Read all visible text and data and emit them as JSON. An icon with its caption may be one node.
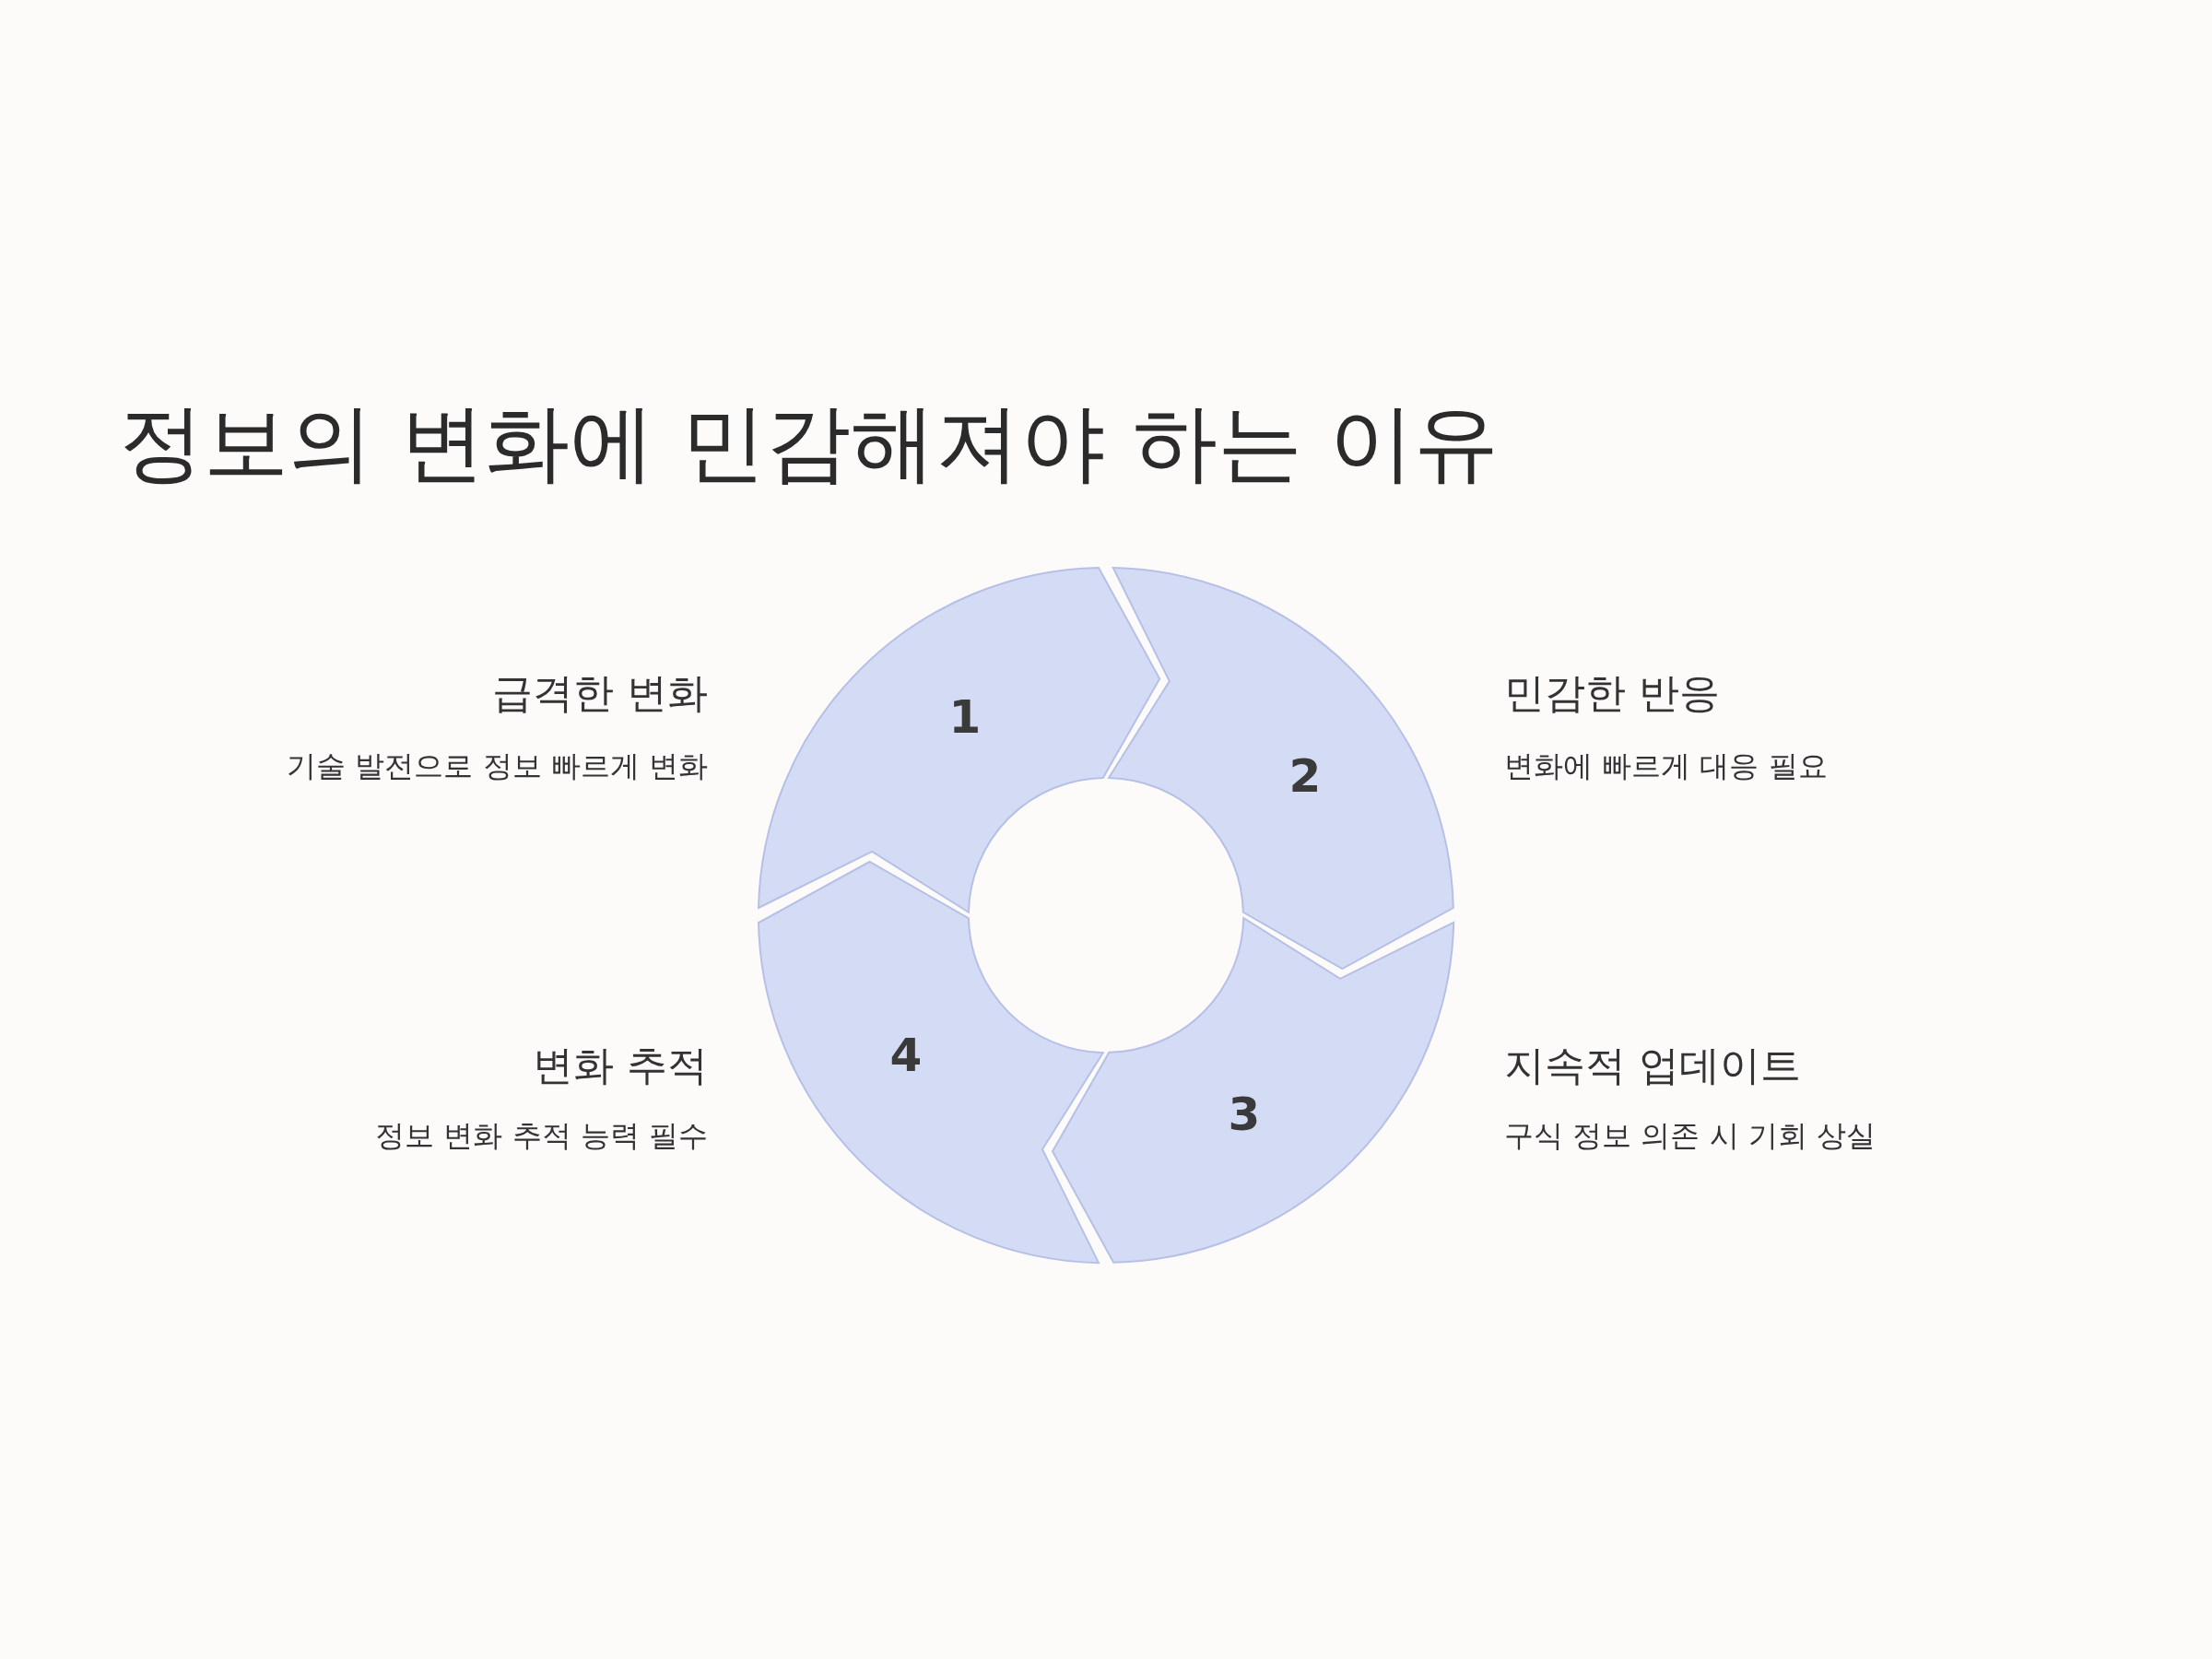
{
  "diagram": {
    "title": "정보의 변화에 민감해져야 하는 이유",
    "nodes": [
      {
        "text": [
          "1"
        ],
        "beside": [
          "급격한 변화",
          "기술 발전으로 정보 빠르게 변화"
        ]
      },
      {
        "text": [
          "2"
        ],
        "beside": [
          "민감한 반응",
          "변화에 빠르게 대응 필요"
        ]
      },
      {
        "text": [
          "3"
        ],
        "beside": [
          "지속적 업데이트",
          "구식 정보 의존 시 기회 상실"
        ]
      },
      {
        "text": [
          "4"
        ],
        "beside": [
          "변화 추적",
          "정보 변화 추적 능력 필수"
        ]
      }
    ]
  }
}
